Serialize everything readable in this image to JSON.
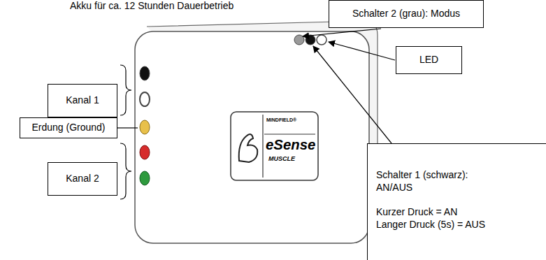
{
  "diagram": {
    "nodes": [
      {
        "text": [
          "Schalter 2 (grau): Modus"
        ]
      },
      {
        "text": [
          "LED"
        ]
      },
      {
        "text": [
          "Kanal 1"
        ]
      },
      {
        "text": [
          "Erdung (Ground)"
        ]
      },
      {
        "text": [
          "Kanal 2"
        ]
      },
      {
        "text": [
          "Schalter 1 (schwarz):",
          "AN/AUS",
          "Kurzer Druck = AN",
          "Langer Druck (5s) = AUS"
        ]
      }
    ],
    "labels": [
      "Akku für ca. 12 Stunden Dauerbetrieb",
      "MINDFIELD®",
      "eSense",
      "MUSCLE"
    ]
  }
}
